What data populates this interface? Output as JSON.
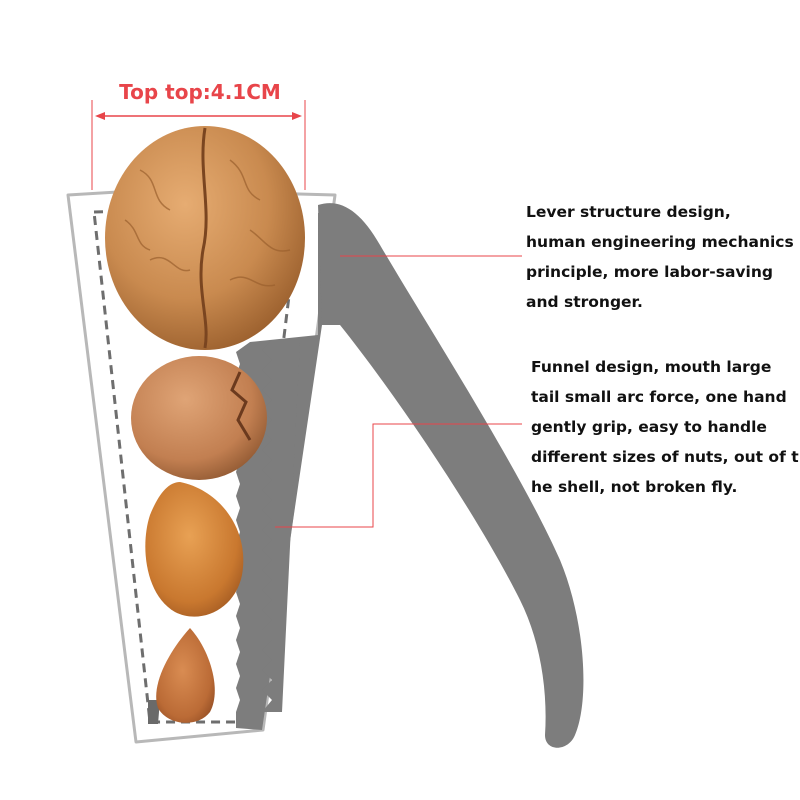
{
  "dimension": {
    "label": "Top top:4.1CM"
  },
  "callouts": {
    "lever": {
      "lines": [
        "Lever structure design,",
        "human engineering mechanics",
        "principle, more labor-saving",
        "and stronger."
      ]
    },
    "funnel": {
      "lines": [
        "Funnel design, mouth large",
        "tail small arc force, one hand",
        "gently grip, easy to handle",
        "different sizes of nuts, out of t",
        "he shell, not broken fly."
      ]
    }
  },
  "colors": {
    "accent_red": "#e8454a",
    "tool_gray": "#7d7d7d",
    "leader_red": "#e8454a",
    "nut_brown": "#c98a4f"
  },
  "items": [
    "walnut",
    "pecan",
    "almond",
    "apricot-kernel"
  ]
}
